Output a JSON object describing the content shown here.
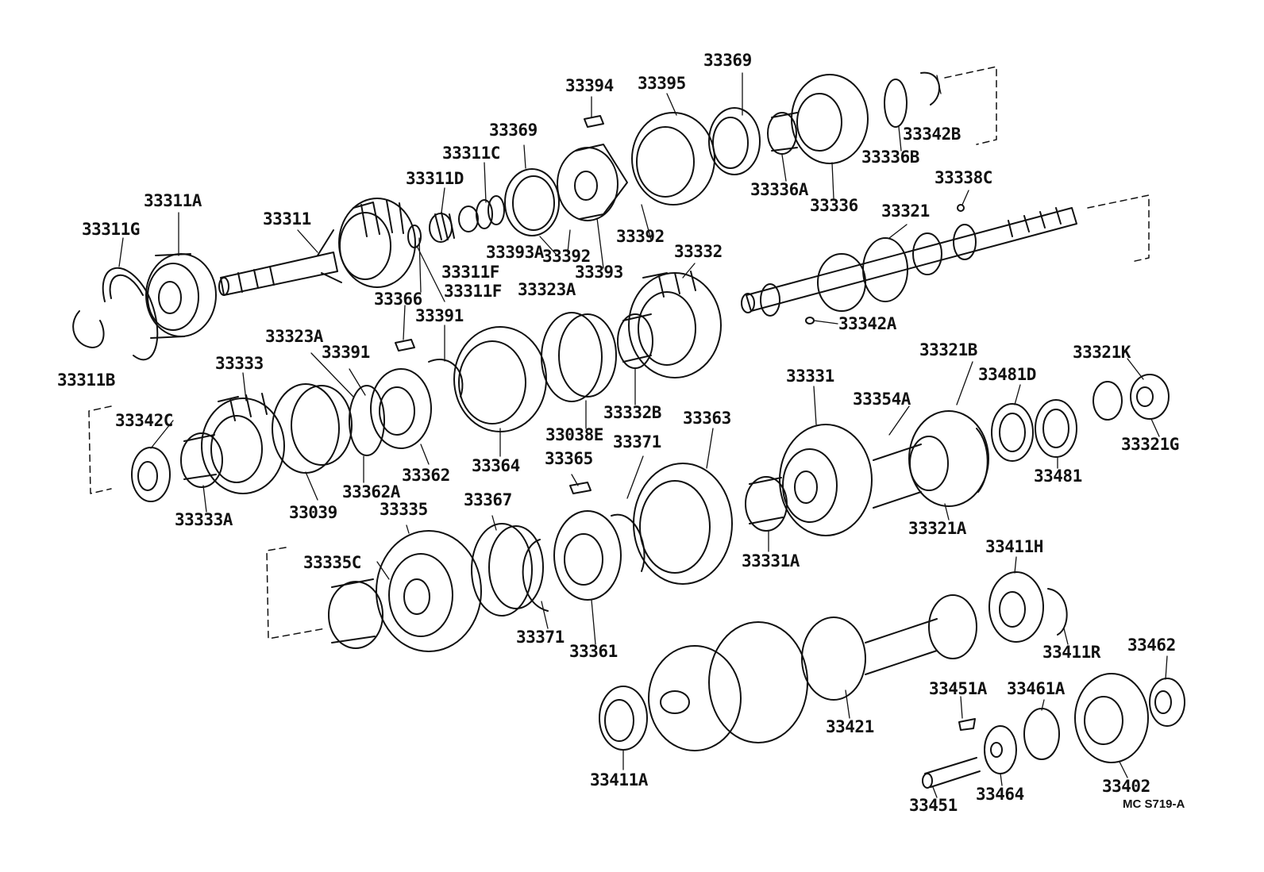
{
  "diagram": {
    "reference_code": "MC S719-A",
    "part_labels": [
      "33369",
      "33394",
      "33395",
      "33342B",
      "33336B",
      "33338C",
      "33336A",
      "33336",
      "33369",
      "33311C",
      "33311D",
      "33311A",
      "33311",
      "33311G",
      "33321",
      "33392",
      "33393A",
      "33392",
      "33393",
      "33332",
      "33311F",
      "33311F",
      "33366",
      "33323A",
      "33391",
      "33323A",
      "33342A",
      "33391",
      "33333",
      "33311B",
      "33321B",
      "33321K",
      "33331",
      "33481D",
      "33354A",
      "33332B",
      "33342C",
      "33363",
      "33038E",
      "33371",
      "33321G",
      "33365",
      "33362",
      "33364",
      "33481",
      "33362A",
      "33367",
      "33335",
      "33039",
      "33333A",
      "33321A",
      "33411H",
      "33335C",
      "33331A",
      "33371",
      "33411R",
      "33361",
      "33462",
      "33451A",
      "33461A",
      "33421",
      "33411A",
      "33402",
      "33464",
      "33451"
    ]
  }
}
